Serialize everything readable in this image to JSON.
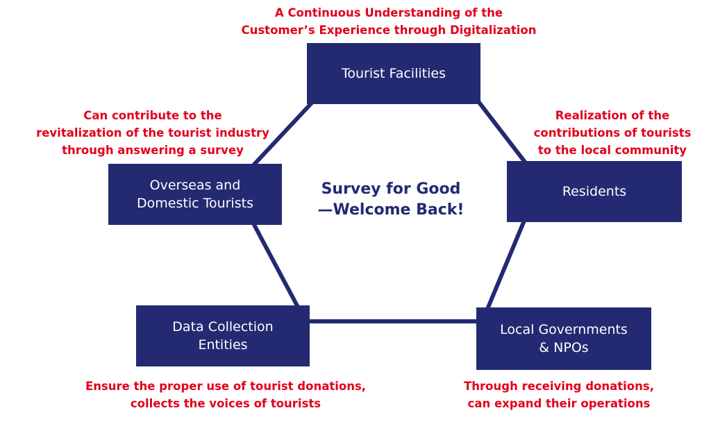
{
  "colors": {
    "node_fill": "#232a72",
    "node_text": "#ffffff",
    "note_text": "#e3001b",
    "center_text": "#232a72",
    "line": "#232a72"
  },
  "center": {
    "title": "Survey for Good\n—Welcome Back!"
  },
  "nodes": {
    "tourist_facilities": "Tourist Facilities",
    "residents": "Residents",
    "local_governments": "Local Governments\n& NPOs",
    "data_collection": "Data Collection\nEntities",
    "tourists": "Overseas and\nDomestic Tourists"
  },
  "notes": {
    "tourist_facilities": "A Continuous Understanding of the\nCustomer’s Experience through Digitalization",
    "residents": "Realization of the\ncontributions of tourists\nto the local community",
    "local_governments": "Through receiving donations,\ncan expand their operations",
    "data_collection": "Ensure the proper use of tourist donations,\ncollects the voices of tourists",
    "tourists": "Can contribute to the\nrevitalization of the tourist industry\nthrough answering a survey"
  }
}
